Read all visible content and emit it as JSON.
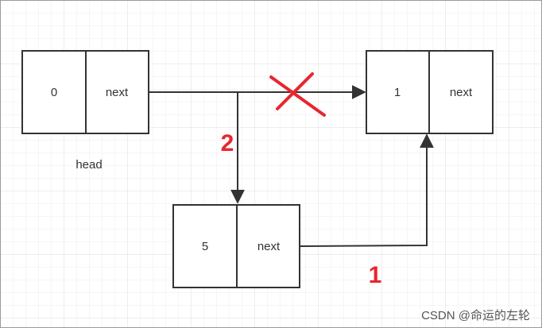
{
  "colors": {
    "grid": "#e6e6e6",
    "stroke": "#333333",
    "accent": "#e8262f",
    "text": "#333333"
  },
  "nodes": {
    "head": {
      "value": "0",
      "pointer": "next",
      "label": "head"
    },
    "one": {
      "value": "1",
      "pointer": "next"
    },
    "five": {
      "value": "5",
      "pointer": "next"
    }
  },
  "steps": {
    "first": "1",
    "second": "2"
  },
  "watermark": "CSDN @命运的左轮"
}
